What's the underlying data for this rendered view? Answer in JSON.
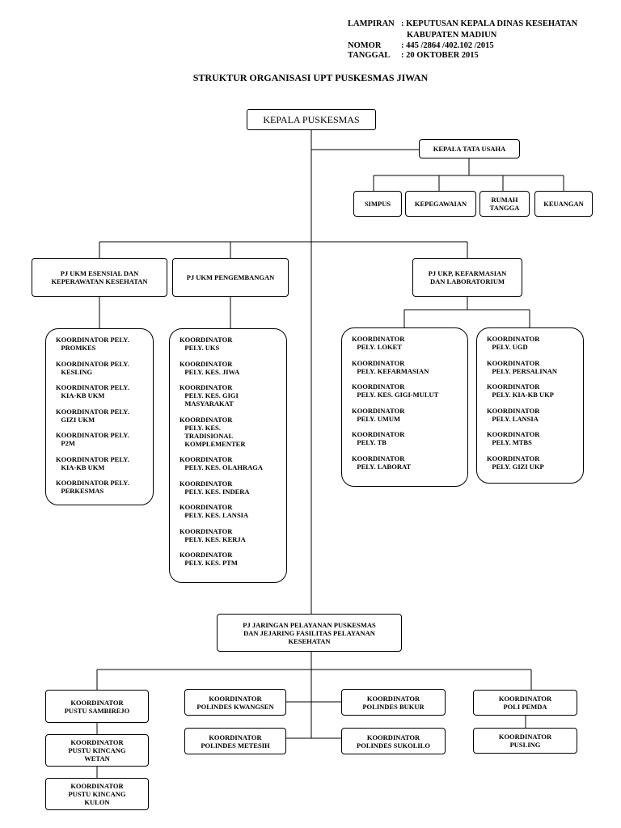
{
  "header": {
    "lampiran_label": "LAMPIRAN",
    "lampiran_value": ": KEPUTUSAN KEPALA DINAS KESEHATAN",
    "lampiran_value2": "KABUPATEN MADIUN",
    "nomor_label": "NOMOR",
    "nomor_value": ": 445 /2864 /402.102 /2015",
    "tanggal_label": "TANGGAL",
    "tanggal_value": ": 20 OKTOBER 2015"
  },
  "title": "STRUKTUR ORGANISASI UPT PUSKESMAS JIWAN",
  "boxes": {
    "kepala": "KEPALA PUSKESMAS",
    "tata_usaha": "KEPALA TATA USAHA",
    "simpus": "SIMPUS",
    "kepegawaian": "KEPEGAWAIAN",
    "rumah_tangga": "RUMAH\nTANGGA",
    "keuangan": "KEUANGAN",
    "ukm_esensial": "PJ UKM ESENSIAL DAN\nKEPERAWATAN KESEHATAN",
    "ukm_pengembangan": "PJ UKM PENGEMBANGAN",
    "ukp": "PJ UKP, KEFARMASIAN\nDAN LABORATORIUM",
    "jaringan": "PJ JARINGAN PELAYANAN PUSKESMAS\nDAN JEJARING FASILITAS PELAYANAN\nKESEHATAN",
    "pustu_sambirejo": "KOORDINATOR\nPUSTU SAMBIREJO",
    "pustu_kincang_wetan": "KOORDINATOR\nPUSTU KINCANG\nWETAN",
    "pustu_kincang_kulon": "KOORDINATOR\nPUSTU KINCANG\nKULON",
    "polindes_kwangsen": "KOORDINATOR\nPOLINDES KWANGSEN",
    "polindes_metesih": "KOORDINATOR\nPOLINDES METESIH",
    "polindes_bukur": "KOORDINATOR\nPOLINDES BUKUR",
    "polindes_sukolilo": "KOORDINATOR\nPOLINDES SUKOLILO",
    "poli_pemda": "KOORDINATOR\nPOLI PEMDA",
    "pusling": "KOORDINATOR\nPUSLING"
  },
  "lists": {
    "esensial": [
      "KOORDINATOR PELY.\n   PROMKES",
      "KOORDINATOR PELY.\n   KESLING",
      "KOORDINATOR PELY.\n   KIA-KB UKM",
      "KOORDINATOR PELY.\n   GIZI UKM",
      "KOORDINATOR PELY.\n   P2M",
      "KOORDINATOR PELY.\n   KIA-KB UKM",
      "KOORDINATOR PELY.\n   PERKESMAS"
    ],
    "pengembangan": [
      "KOORDINATOR\n   PELY. UKS",
      "KOORDINATOR\n   PELY. KES. JIWA",
      "KOORDINATOR\n   PELY. KES. GIGI\n   MASYARAKAT",
      "KOORDINATOR\n   PELY. KES.\n   TRADISIONAL\n   KOMPLEMENTER",
      "KOORDINATOR\n   PELY. KES. OLAHRAGA",
      "KOORDINATOR\n   PELY. KES. INDERA",
      "KOORDINATOR\n   PELY. KES. LANSIA",
      "KOORDINATOR\n   PELY. KES. KERJA",
      "KOORDINATOR\n   PELY. KES. PTM"
    ],
    "ukp_left": [
      "KOORDINATOR\n   PELY. LOKET",
      "KOORDINATOR\n   PELY. KEFARMASIAN",
      "KOORDINATOR\n   PELY. KES. GIGI-MULUT",
      "KOORDINATOR\n   PELY. UMUM",
      "KOORDINATOR\n   PELY. TB",
      "KOORDINATOR\n   PELY. LABORAT"
    ],
    "ukp_right": [
      "KOORDINATOR\n   PELY. UGD",
      "KOORDINATOR\n   PELY. PERSALINAN",
      "KOORDINATOR\n   PELY. KIA-KB UKP",
      "KOORDINATOR\n   PELY. LANSIA",
      "KOORDINATOR\n   PELY. MTBS",
      "KOORDINATOR\n   PELY. GIZI UKP"
    ]
  }
}
